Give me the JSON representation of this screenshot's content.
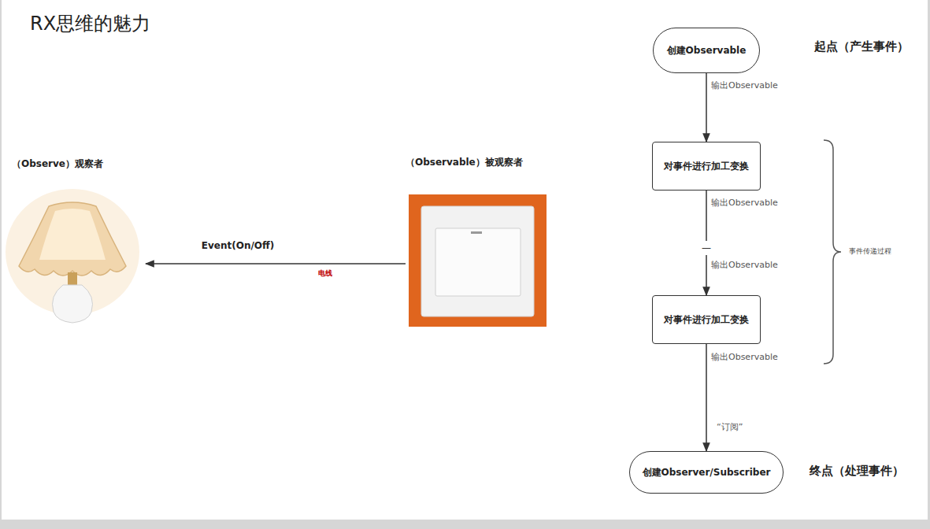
{
  "diagram": {
    "title": "RX思维的魅力",
    "nodes": [
      {
        "text": [
          "（Observe）观察者"
        ]
      },
      {
        "text": [
          "（Observable）被观察者"
        ]
      },
      {
        "text": [
          "创建Observable"
        ]
      },
      {
        "text": [
          "对事件进行加工变换"
        ]
      },
      {
        "text": [
          "对事件进行加工变换"
        ]
      },
      {
        "text": [
          "创建Observer/Subscriber"
        ]
      }
    ],
    "edges": [
      {
        "from": 1,
        "to": 0,
        "arrow": "to",
        "label": "Event(On/Off)"
      },
      {
        "from": 2,
        "to": 3,
        "arrow": "to",
        "label": "输出Observable"
      },
      {
        "from": 3,
        "to": 4,
        "arrow": "to",
        "label": "输出Observable"
      },
      {
        "from": 4,
        "to": 5,
        "arrow": "to",
        "label": "“订阅”"
      }
    ],
    "labels": [
      "电线",
      "—",
      "输出Observable",
      "输出Observable",
      "起点（产生事件）",
      "终点（处理事件）",
      "事件传递过程"
    ]
  }
}
